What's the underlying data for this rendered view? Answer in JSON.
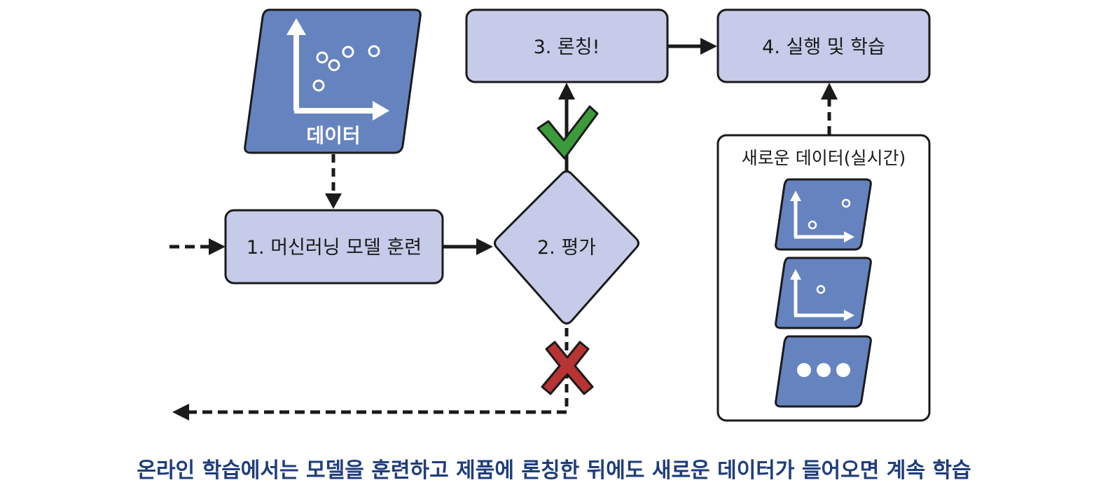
{
  "diagram": {
    "data_label": "데이터",
    "step1": "1. 머신러닝 모델 훈련",
    "step2": "2. 평가",
    "step3": "3. 론칭!",
    "step4": "4. 실행 및 학습",
    "new_data_label": "새로운 데이터(실시간)",
    "colors": {
      "box_fill": "#c5cbe8",
      "data_fill": "#6583bf",
      "check": "#3c9a3a",
      "cross": "#b83333",
      "caption": "#1f3d7a"
    }
  },
  "caption": "온라인 학습에서는 모델을 훈련하고 제품에 론칭한 뒤에도 새로운 데이터가 들어오면 계속 학습"
}
